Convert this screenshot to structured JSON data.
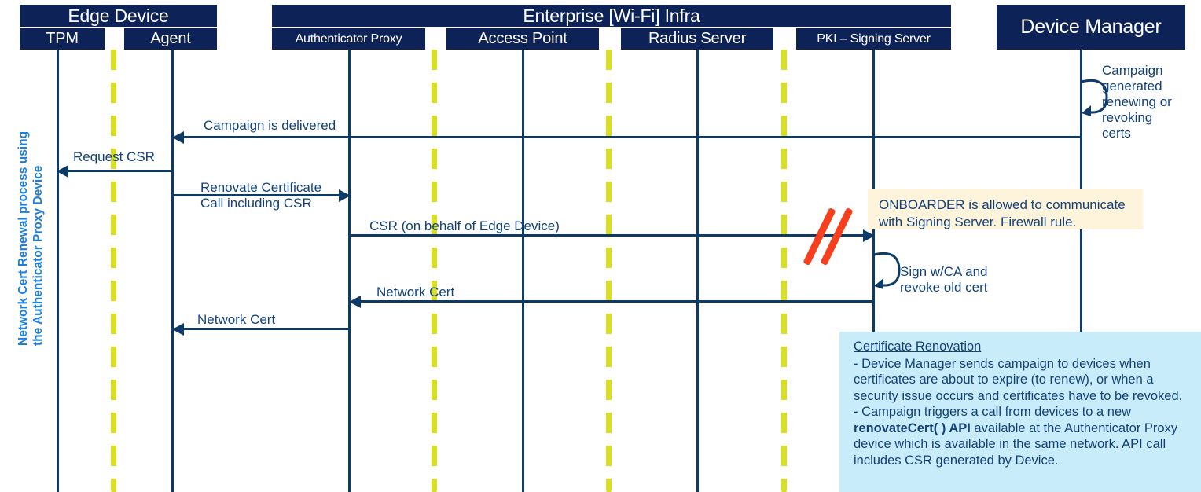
{
  "diagram": {
    "side_label_line1": "Network Cert Renewal process using",
    "side_label_line2": "the Authenticator Proxy Device",
    "colors": {
      "header_navy": "#0d2358",
      "lifeline_navy": "#0d3a66",
      "text_blue": "#13427a",
      "dashed_yellow": "#d9e021",
      "firewall_red": "#f6401d",
      "note_cream": "#fdf4db",
      "note_blue": "#c9ecfb",
      "side_label_blue": "#1b7fe0"
    }
  },
  "groups": [
    {
      "id": "edge-device",
      "label": "Edge Device"
    },
    {
      "id": "enterprise-infra",
      "label": "Enterprise [Wi-Fi] Infra"
    }
  ],
  "participants": [
    {
      "id": "tpm",
      "label": "TPM"
    },
    {
      "id": "agent",
      "label": "Agent"
    },
    {
      "id": "authenticator-proxy",
      "label": "Authenticator Proxy"
    },
    {
      "id": "access-point",
      "label": "Access Point"
    },
    {
      "id": "radius-server",
      "label": "Radius Server"
    },
    {
      "id": "pki-signing-server",
      "label": "PKI – Signing Server"
    },
    {
      "id": "device-manager",
      "label": "Device Manager"
    }
  ],
  "messages": [
    {
      "id": "campaign-delivered",
      "label": "Campaign is delivered",
      "from": "device-manager",
      "to": "agent",
      "direction": "left"
    },
    {
      "id": "request-csr",
      "label": "Request CSR",
      "from": "agent",
      "to": "tpm",
      "direction": "left"
    },
    {
      "id": "renovate-certificate",
      "label_line1": "Renovate Certificate",
      "label_line2": "Call including CSR",
      "from": "agent",
      "to": "authenticator-proxy",
      "direction": "right"
    },
    {
      "id": "csr-on-behalf",
      "label": "CSR (on behalf of Edge Device)",
      "from": "authenticator-proxy",
      "to": "pki-signing-server",
      "direction": "right"
    },
    {
      "id": "network-cert-pki",
      "label": "Network Cert",
      "from": "pki-signing-server",
      "to": "authenticator-proxy",
      "direction": "left"
    },
    {
      "id": "network-cert-agent",
      "label": "Network Cert",
      "from": "authenticator-proxy",
      "to": "agent",
      "direction": "left"
    }
  ],
  "self_loops": [
    {
      "id": "campaign-generated",
      "on": "device-manager",
      "lines": [
        "Campaign",
        "generated",
        "renewing or",
        "revoking",
        "certs"
      ]
    },
    {
      "id": "sign-with-ca",
      "on": "pki-signing-server",
      "lines": [
        "Sign w/CA and",
        "revoke old cert"
      ]
    }
  ],
  "firewall_marker": {
    "id": "firewall-break",
    "name": "firewall-slash-marker"
  },
  "notes": [
    {
      "id": "onboarder-note",
      "style": "cream",
      "lines": [
        "ONBOARDER is allowed to communicate",
        "with Signing Server. Firewall rule."
      ]
    }
  ],
  "info_box": {
    "id": "certificate-renovation-note",
    "title": "Certificate Renovation",
    "paragraph1": "- Device Manager sends campaign to devices when certificates are about to expire (to renew), or when a security issue occurs and certificates have to be revoked.",
    "paragraph2_pre": "- Campaign triggers a call from devices to a new ",
    "paragraph2_bold": "renovateCert( ) API",
    "paragraph2_post": " available at the Authenticator Proxy device which is available in the same network. API call includes CSR generated by Device."
  }
}
